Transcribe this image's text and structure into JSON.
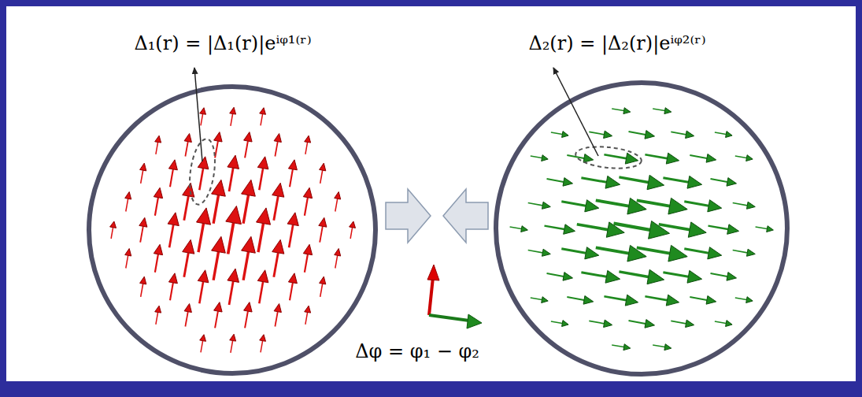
{
  "diagram": {
    "labels": [
      "Δ₁(r) = |Δ₁(r)|eⁱᵠ¹⁽ʳ⁾",
      "Δ₂(r) = |Δ₂(r)|eⁱᵠ²⁽ʳ⁾",
      "Δφ = φ₁ − φ₂"
    ]
  }
}
